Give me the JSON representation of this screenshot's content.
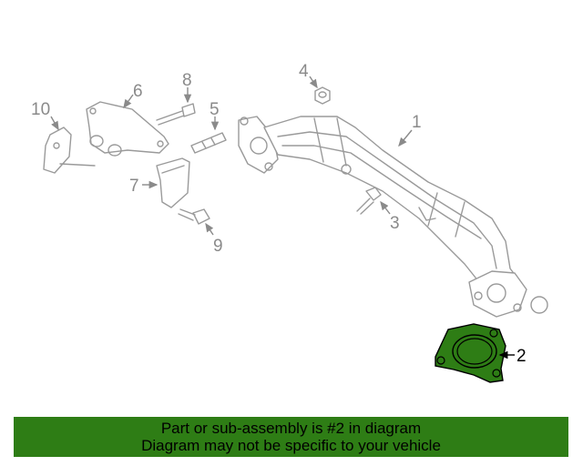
{
  "diagram": {
    "callouts": [
      "1",
      "2",
      "3",
      "4",
      "5",
      "6",
      "7",
      "8",
      "9",
      "10"
    ],
    "highlight_color": "#2e7d15"
  },
  "banner": {
    "line1": "Part or sub-assembly is #2 in diagram",
    "line2": "Diagram may not be specific to your vehicle",
    "background": "#2e7d15"
  }
}
